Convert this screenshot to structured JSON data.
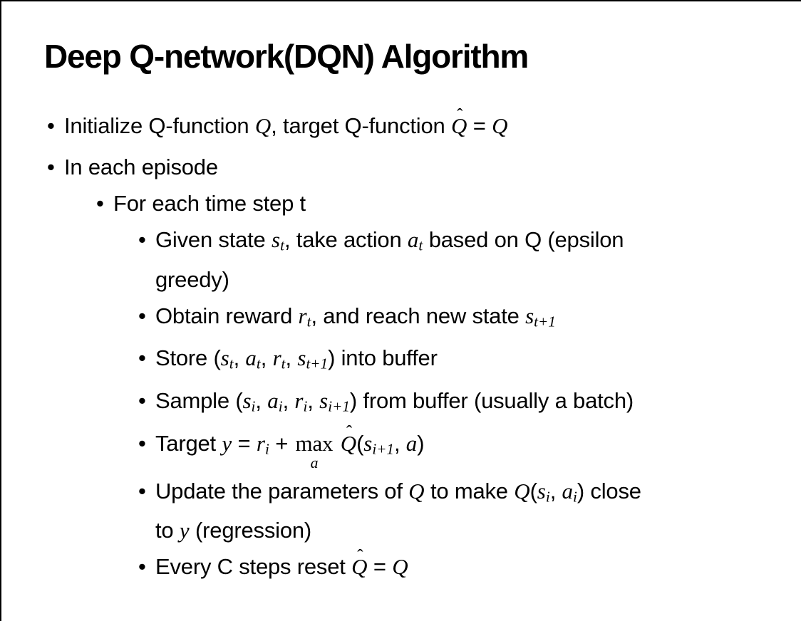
{
  "slide": {
    "title": "Deep Q-network(DQN) Algorithm",
    "colors": {
      "background": "#ffffff",
      "text": "#000000",
      "border": "#000000"
    },
    "bullets": [
      {
        "level": 1,
        "segments": [
          {
            "t": "Initialize Q-function ",
            "s": "p"
          },
          {
            "t": "Q",
            "s": "m"
          },
          {
            "t": ", target Q-function ",
            "s": "p"
          },
          {
            "t": "Q",
            "s": "hat"
          },
          {
            "t": " = ",
            "s": "p"
          },
          {
            "t": "Q",
            "s": "m"
          }
        ]
      },
      {
        "level": 1,
        "segments": [
          {
            "t": "In each episode",
            "s": "p"
          }
        ]
      },
      {
        "level": 2,
        "segments": [
          {
            "t": "For each time step t",
            "s": "p"
          }
        ]
      },
      {
        "level": 3,
        "segments": [
          {
            "t": "Given state ",
            "s": "p"
          },
          {
            "t": "s",
            "s": "m"
          },
          {
            "t": "t",
            "s": "sub"
          },
          {
            "t": ", take action ",
            "s": "p"
          },
          {
            "t": "a",
            "s": "m"
          },
          {
            "t": "t",
            "s": "sub"
          },
          {
            "t": " based on Q (epsilon",
            "s": "p"
          },
          {
            "s": "br"
          },
          {
            "t": "greedy)",
            "s": "p"
          }
        ]
      },
      {
        "level": 3,
        "segments": [
          {
            "t": "Obtain reward ",
            "s": "p"
          },
          {
            "t": "r",
            "s": "m"
          },
          {
            "t": "t",
            "s": "sub"
          },
          {
            "t": ", and reach new state ",
            "s": "p"
          },
          {
            "t": "s",
            "s": "m"
          },
          {
            "t": "t+1",
            "s": "sub"
          }
        ]
      },
      {
        "level": 3,
        "segments": [
          {
            "t": "Store (",
            "s": "p"
          },
          {
            "t": "s",
            "s": "m"
          },
          {
            "t": "t",
            "s": "sub"
          },
          {
            "t": ", ",
            "s": "p"
          },
          {
            "t": "a",
            "s": "m"
          },
          {
            "t": "t",
            "s": "sub"
          },
          {
            "t": ", ",
            "s": "p"
          },
          {
            "t": "r",
            "s": "m"
          },
          {
            "t": "t",
            "s": "sub"
          },
          {
            "t": ", ",
            "s": "p"
          },
          {
            "t": "s",
            "s": "m"
          },
          {
            "t": "t+1",
            "s": "sub"
          },
          {
            "t": ") into buffer",
            "s": "p"
          }
        ]
      },
      {
        "level": 3,
        "segments": [
          {
            "t": "Sample (",
            "s": "p"
          },
          {
            "t": "s",
            "s": "m"
          },
          {
            "t": "i",
            "s": "sub"
          },
          {
            "t": ", ",
            "s": "p"
          },
          {
            "t": "a",
            "s": "m"
          },
          {
            "t": "i",
            "s": "sub"
          },
          {
            "t": ", ",
            "s": "p"
          },
          {
            "t": "r",
            "s": "m"
          },
          {
            "t": "i",
            "s": "sub"
          },
          {
            "t": ", ",
            "s": "p"
          },
          {
            "t": "s",
            "s": "m"
          },
          {
            "t": "i+1",
            "s": "sub"
          },
          {
            "t": ") from buffer (usually a batch)",
            "s": "p"
          }
        ]
      },
      {
        "level": 3,
        "segments": [
          {
            "t": "Target ",
            "s": "p"
          },
          {
            "t": "y",
            "s": "m"
          },
          {
            "t": " = ",
            "s": "p"
          },
          {
            "t": "r",
            "s": "m"
          },
          {
            "t": "i",
            "s": "sub"
          },
          {
            "t": " + ",
            "s": "p"
          },
          {
            "s": "stack",
            "over": "max",
            "under": "a"
          },
          {
            "t": " ",
            "s": "p"
          },
          {
            "t": "Q",
            "s": "hat"
          },
          {
            "t": "(",
            "s": "p"
          },
          {
            "t": "s",
            "s": "m"
          },
          {
            "t": "i+1",
            "s": "sub"
          },
          {
            "t": ", ",
            "s": "p"
          },
          {
            "t": "a",
            "s": "m"
          },
          {
            "t": ")",
            "s": "p"
          }
        ]
      },
      {
        "level": 3,
        "segments": [
          {
            "t": "Update the parameters of ",
            "s": "p"
          },
          {
            "t": "Q",
            "s": "m"
          },
          {
            "t": " to make ",
            "s": "p"
          },
          {
            "t": "Q",
            "s": "m"
          },
          {
            "t": "(",
            "s": "p"
          },
          {
            "t": "s",
            "s": "m"
          },
          {
            "t": "i",
            "s": "sub"
          },
          {
            "t": ", ",
            "s": "p"
          },
          {
            "t": "a",
            "s": "m"
          },
          {
            "t": "i",
            "s": "sub"
          },
          {
            "t": ") close",
            "s": "p"
          },
          {
            "s": "br"
          },
          {
            "t": "to ",
            "s": "p"
          },
          {
            "t": "y",
            "s": "m"
          },
          {
            "t": " (regression)",
            "s": "p"
          }
        ]
      },
      {
        "level": 3,
        "segments": [
          {
            "t": "Every C steps reset ",
            "s": "p"
          },
          {
            "t": "Q",
            "s": "hat"
          },
          {
            "t": " = ",
            "s": "p"
          },
          {
            "t": "Q",
            "s": "m"
          }
        ]
      }
    ]
  }
}
